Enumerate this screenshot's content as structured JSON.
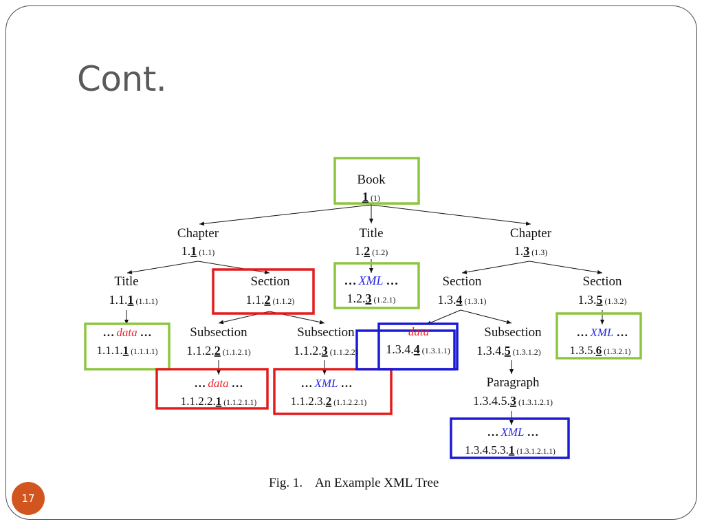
{
  "slide": {
    "title": "Cont.",
    "page_number": "17"
  },
  "figure": {
    "caption": "Fig. 1.    An Example XML Tree",
    "nodes": {
      "book": {
        "name": "Book",
        "pre": "",
        "key": "1",
        "code": "(1)"
      },
      "chapter1": {
        "name": "Chapter",
        "pre": "1.",
        "key": "1",
        "code": "(1.1)"
      },
      "title_root": {
        "name": "Title",
        "pre": "1.",
        "key": "2",
        "code": "(1.2)"
      },
      "chapter3": {
        "name": "Chapter",
        "pre": "1.",
        "key": "3",
        "code": "(1.3)"
      },
      "title111": {
        "name": "Title",
        "pre": "1.1.",
        "key": "1",
        "code": "(1.1.1)"
      },
      "section112": {
        "name": "Section",
        "pre": "1.1.",
        "key": "2",
        "code": "(1.1.2)"
      },
      "xml123": {
        "text": "XML",
        "pre": "1.2.",
        "key": "3",
        "code": "(1.2.1)"
      },
      "section134": {
        "name": "Section",
        "pre": "1.3.",
        "key": "4",
        "code": "(1.3.1)"
      },
      "section135": {
        "name": "Section",
        "pre": "1.3.",
        "key": "5",
        "code": "(1.3.2)"
      },
      "data1111": {
        "text": "data",
        "pre": "1.1.1.",
        "key": "1",
        "code": "(1.1.1.1)"
      },
      "subsec1122": {
        "name": "Subsection",
        "pre": "1.1.2.",
        "key": "2",
        "code": "(1.1.2.1)"
      },
      "subsec1123": {
        "name": "Subsection",
        "pre": "1.1.2.",
        "key": "3",
        "code": "(1.1.2.2)"
      },
      "data1344": {
        "text": "data",
        "pre": "1.3.4.",
        "key": "4",
        "code": "(1.3.1.1)"
      },
      "subsec1345": {
        "name": "Subsection",
        "pre": "1.3.4.",
        "key": "5",
        "code": "(1.3.1.2)"
      },
      "xml1356": {
        "text": "XML",
        "pre": "1.3.5.",
        "key": "6",
        "code": "(1.3.2.1)"
      },
      "data11221": {
        "text": "data",
        "pre": "1.1.2.2.",
        "key": "1",
        "code": "(1.1.2.1.1)"
      },
      "xml11232": {
        "text": "XML",
        "pre": "1.1.2.3.",
        "key": "2",
        "code": "(1.1.2.2.1)"
      },
      "para13453": {
        "name": "Paragraph",
        "pre": "1.3.4.5.",
        "key": "3",
        "code": "(1.3.1.2.1)"
      },
      "xml134531": {
        "text": "XML",
        "pre": "1.3.4.5.3.",
        "key": "1",
        "code": "(1.3.1.2.1.1)"
      }
    },
    "ellipsis": "…",
    "colors": {
      "green_box": "#8cc63f",
      "red_box": "#e31b1b",
      "blue_box": "#1a1ad6",
      "data_text": "#e8202a",
      "xml_text": "#2a2ae0",
      "line": "#111111"
    }
  }
}
